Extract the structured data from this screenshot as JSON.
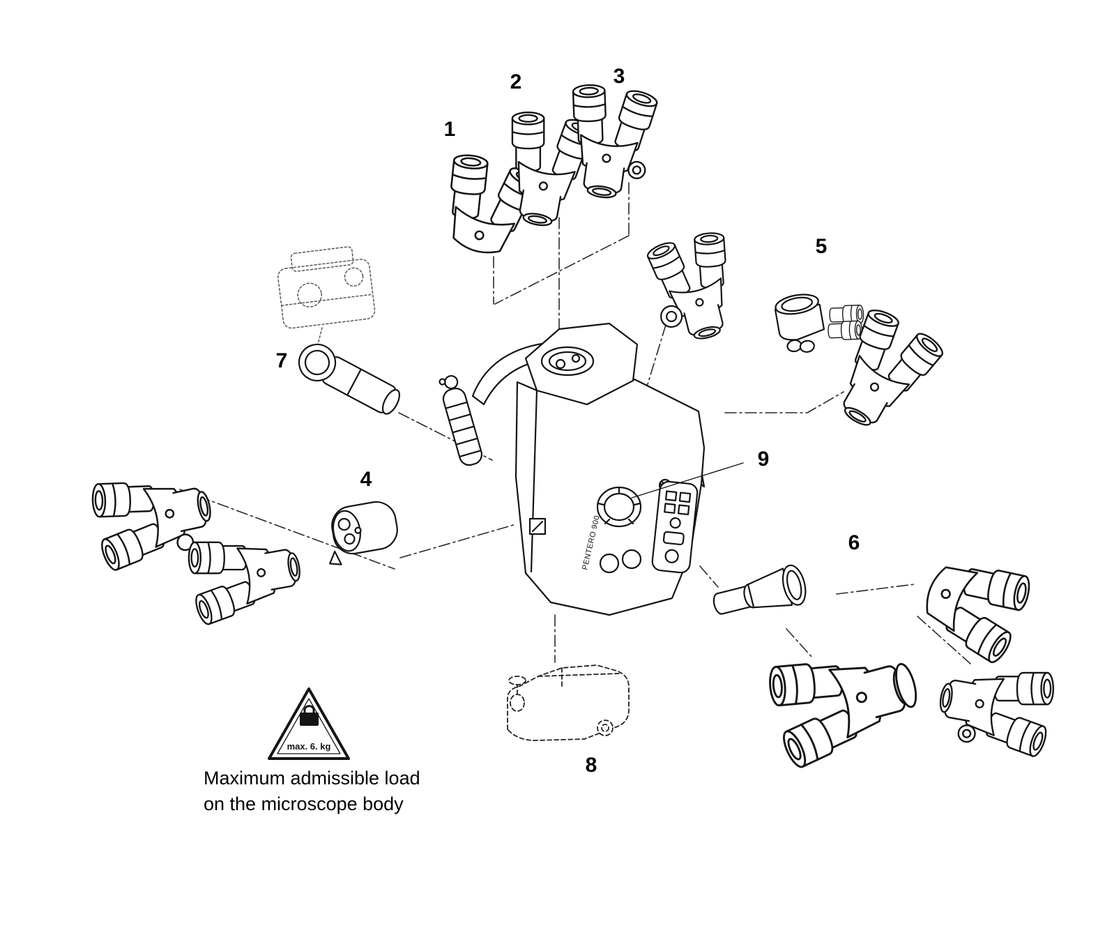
{
  "diagram": {
    "background_color": "#ffffff",
    "line_color": "#141414",
    "connector_color": "#2a2a2a",
    "part_labels": [
      "1",
      "2",
      "3",
      "4",
      "5",
      "6",
      "7",
      "8",
      "9"
    ],
    "body_label": "PENTERO 900",
    "warning_label": "max. 6. kg",
    "caption_line1": "Maximum admissible load",
    "caption_line2": "on the microscope body"
  }
}
